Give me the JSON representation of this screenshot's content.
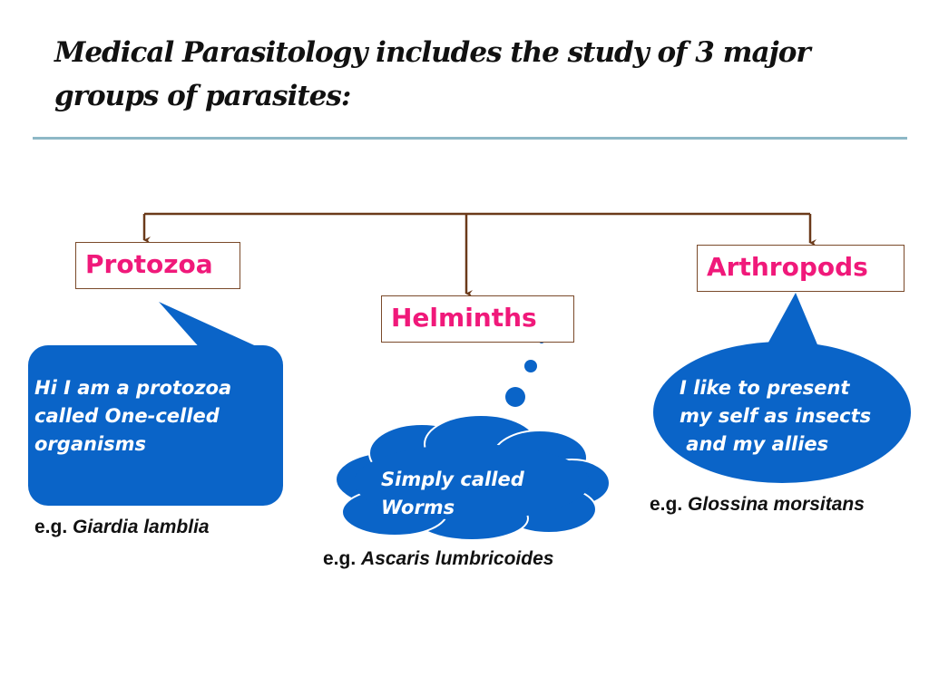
{
  "title": {
    "line1": "Medical Parasitology includes the study of 3 major",
    "line2": "groups of parasites:"
  },
  "groups": [
    {
      "name": "Protozoa",
      "bubble_lines": [
        "Hi I am a protozoa",
        "called One-celled",
        "organisms"
      ],
      "example_prefix": "e.g.",
      "example_species": "Giardia lamblia"
    },
    {
      "name": "Helminths",
      "bubble_lines": [
        "Simply called",
        "Worms"
      ],
      "example_prefix": "e.g.",
      "example_species": "Ascaris lumbricoides"
    },
    {
      "name": "Arthropods",
      "bubble_lines": [
        "I like to present",
        "my self as insects",
        " and my allies"
      ],
      "example_prefix": "e.g.",
      "example_species": "Glossina morsitans"
    }
  ],
  "colors": {
    "bubble": "#0a64c8",
    "label": "#f0197a",
    "connector": "#6b3a1a",
    "rule": "#8db8c6"
  }
}
